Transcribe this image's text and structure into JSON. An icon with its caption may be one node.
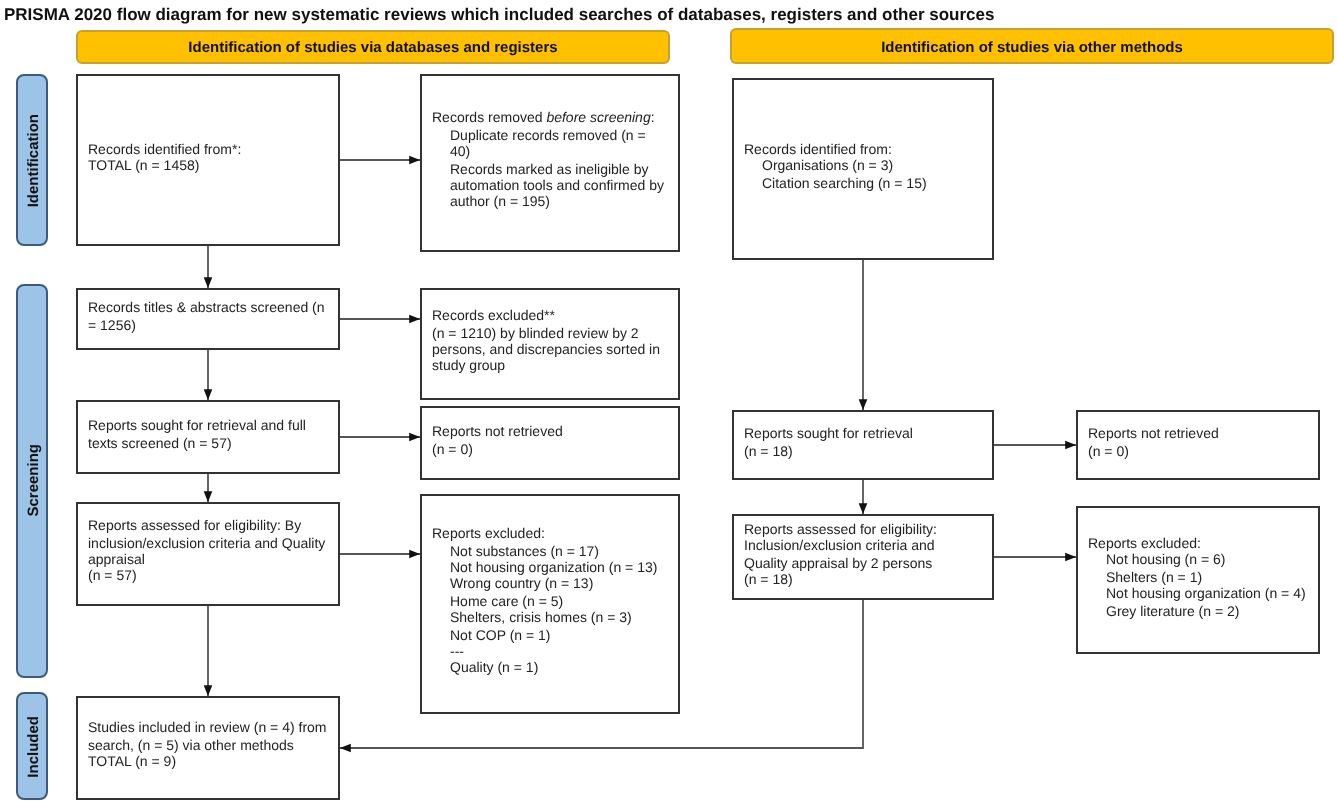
{
  "diagram": {
    "title": "PRISMA 2020 flow diagram for new systematic reviews which included searches of databases, registers and other sources",
    "nodes": [
      {
        "text": [
          "Identification of studies via databases and registers"
        ]
      },
      {
        "text": [
          "Identification of studies via other methods"
        ]
      },
      {
        "text": [
          "Identification"
        ]
      },
      {
        "text": [
          "Records identified from*:",
          "TOTAL (n = 1458)"
        ]
      },
      {
        "text": [
          "Records removed *before screening*:",
          "Duplicate records removed (n = 40)",
          "Records marked as ineligible by automation tools and confirmed by author (n = 195)"
        ]
      },
      {
        "text": [
          "Records identified from:",
          "Organisations (n = 3)",
          "Citation searching (n = 15)"
        ]
      },
      {
        "text": [
          "Screening"
        ]
      },
      {
        "text": [
          "Records titles & abstracts screened (n = 1256)"
        ]
      },
      {
        "text": [
          "Records excluded**",
          "(n = 1210) by blinded review by 2 persons, and discrepancies sorted in study group"
        ]
      },
      {
        "text": [
          "Reports sought for retrieval and full texts screened (n = 57)"
        ]
      },
      {
        "text": [
          "Reports not retrieved",
          "(n = 0)"
        ]
      },
      {
        "text": [
          "Reports sought for retrieval",
          "(n = 18)"
        ]
      },
      {
        "text": [
          "Reports not retrieved",
          "(n = 0)"
        ]
      },
      {
        "text": [
          "Reports assessed for eligibility: By inclusion/exclusion criteria and Quality appraisal",
          "(n = 57)"
        ]
      },
      {
        "text": [
          "Reports excluded:",
          "Not substances (n = 17)",
          "Not housing organization (n = 13)",
          "Wrong country (n = 13)",
          "Home care (n = 5)",
          "Shelters, crisis homes (n = 3)",
          "Not COP (n = 1)",
          "---",
          "Quality (n = 1)"
        ]
      },
      {
        "text": [
          "Reports assessed for eligibility: Inclusion/exclusion criteria and Quality appraisal by 2 persons",
          "(n = 18)"
        ]
      },
      {
        "text": [
          "Reports excluded:",
          "Not housing (n = 6)",
          "Shelters (n = 1)",
          "Not housing organization (n = 4)",
          "Grey literature (n = 2)"
        ]
      },
      {
        "text": [
          "Included"
        ]
      },
      {
        "text": [
          "Studies included in review (n = 4) from search, (n = 5) via other methods",
          "TOTAL (n = 9)"
        ]
      }
    ],
    "edges": [
      {
        "from": 3,
        "to": 4,
        "arrow": "to"
      },
      {
        "from": 3,
        "to": 7,
        "arrow": "to"
      },
      {
        "from": 7,
        "to": 8,
        "arrow": "to"
      },
      {
        "from": 7,
        "to": 9,
        "arrow": "to"
      },
      {
        "from": 9,
        "to": 10,
        "arrow": "to"
      },
      {
        "from": 9,
        "to": 13,
        "arrow": "to"
      },
      {
        "from": 13,
        "to": 14,
        "arrow": "to"
      },
      {
        "from": 13,
        "to": 18,
        "arrow": "to"
      },
      {
        "from": 5,
        "to": 11,
        "arrow": "to"
      },
      {
        "from": 11,
        "to": 12,
        "arrow": "to"
      },
      {
        "from": 11,
        "to": 15,
        "arrow": "to"
      },
      {
        "from": 15,
        "to": 16,
        "arrow": "to"
      },
      {
        "from": 15,
        "to": 18,
        "arrow": "to"
      }
    ]
  }
}
